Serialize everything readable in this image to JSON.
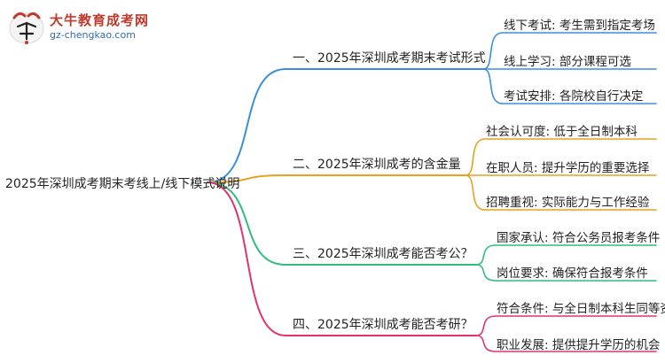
{
  "brand": {
    "name": "大牛教育成考网",
    "url": "gz-chengkao.com",
    "logo_icon": "bull-logo-icon"
  },
  "root": {
    "label": "2025年深圳成考期末考线上/线下模式说明"
  },
  "branches": [
    {
      "label": "一、2025年深圳成考期末考试形式",
      "color": "#3b8fe0",
      "leaves": [
        "线下考试: 考生需到指定考场",
        "线上学习: 部分课程可选",
        "考试安排: 各院校自行决定"
      ]
    },
    {
      "label": "二、2025年深圳成考的含金量",
      "color": "#e6a21e",
      "leaves": [
        "社会认可度: 低于全日制本科",
        "在职人员: 提升学历的重要选择",
        "招聘重视: 实际能力与工作经验"
      ]
    },
    {
      "label": "三、2025年深圳成考能否考公？",
      "color": "#2ebd7a",
      "leaves": [
        "国家承认: 符合公务员报考条件",
        "岗位要求: 确保符合报考条件"
      ]
    },
    {
      "label": "四、2025年深圳成考能否考研？",
      "color": "#e0336e",
      "leaves": [
        "符合条件: 与全日制本科生同等资格",
        "职业发展: 提供提升学历的机会"
      ]
    }
  ]
}
